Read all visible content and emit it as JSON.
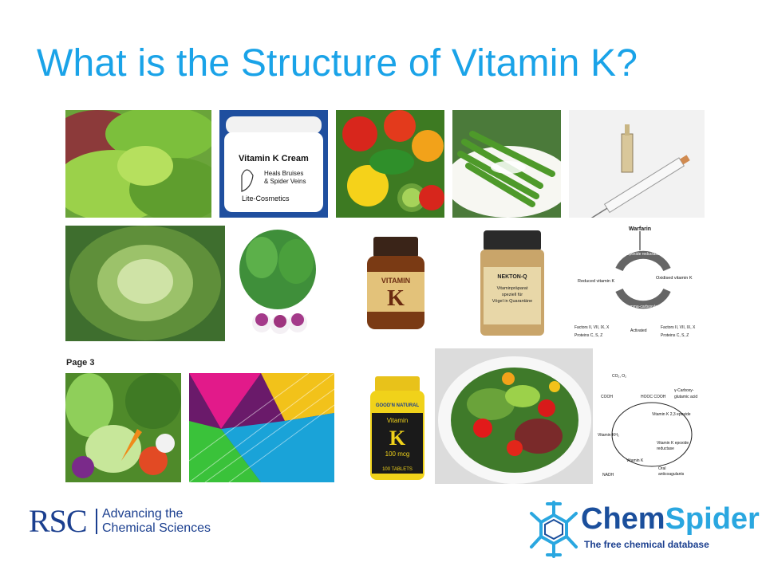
{
  "title": "What is the Structure of Vitamin K?",
  "page_label": "Page 3",
  "tiles": {
    "cream": {
      "brand": "Vitamin K Cream",
      "claim1": "Heals Bruises",
      "claim2": "& Spider Veins",
      "maker": "Lite-Cosmetics"
    },
    "bottle": {
      "label1": "VITAMIN",
      "label2": "K"
    },
    "nekton": {
      "brand": "NEKTON-Q",
      "line1": "Vitaminpräparat",
      "line2": "speziell für",
      "line3": "Vögel in Quarantäne"
    },
    "tablets": {
      "brand": "GOOD'N NATURAL",
      "label1": "Vitamin",
      "label2": "K",
      "dose": "100 mcg",
      "count": "100 TABLETS"
    },
    "warfarin_cycle": {
      "top": "Warfarin",
      "enzyme1": "Epoxide reductase",
      "left": "Reduced vitamin K",
      "right": "Oxidised vitamin K",
      "enzyme2": "Gamma-carboxylase",
      "factors_left1": "Factors II, VII, IX, X",
      "factors_left2": "Proteins C, S, Z",
      "activated": "Activated",
      "factors_right1": "Factors II, VII, IX, X",
      "factors_right2": "Proteins C, S, Z"
    },
    "vk_cycle": {
      "co2": "CO₂, O₂",
      "carboxy1": "γ-Carboxy-",
      "carboxy2": "glutamic acid",
      "epoxide": "Vitamin K 2,3 epoxide",
      "reductase1": "Vitamin K epoxide",
      "reductase2": "reductase",
      "kh2": "Vitamin KH₂",
      "vk": "Vitamin K",
      "nadh": "NADH",
      "oral1": "Oral",
      "oral2": "anticoagulants",
      "hooc": "HOOC COOH",
      "cooh": "COOH"
    }
  },
  "footer": {
    "rsc_mark": "RSC",
    "rsc_tag1": "Advancing the",
    "rsc_tag2": "Chemical Sciences",
    "chemspider_a": "Chem",
    "chemspider_b": "Spider",
    "chemspider_tag": "The free chemical database"
  }
}
